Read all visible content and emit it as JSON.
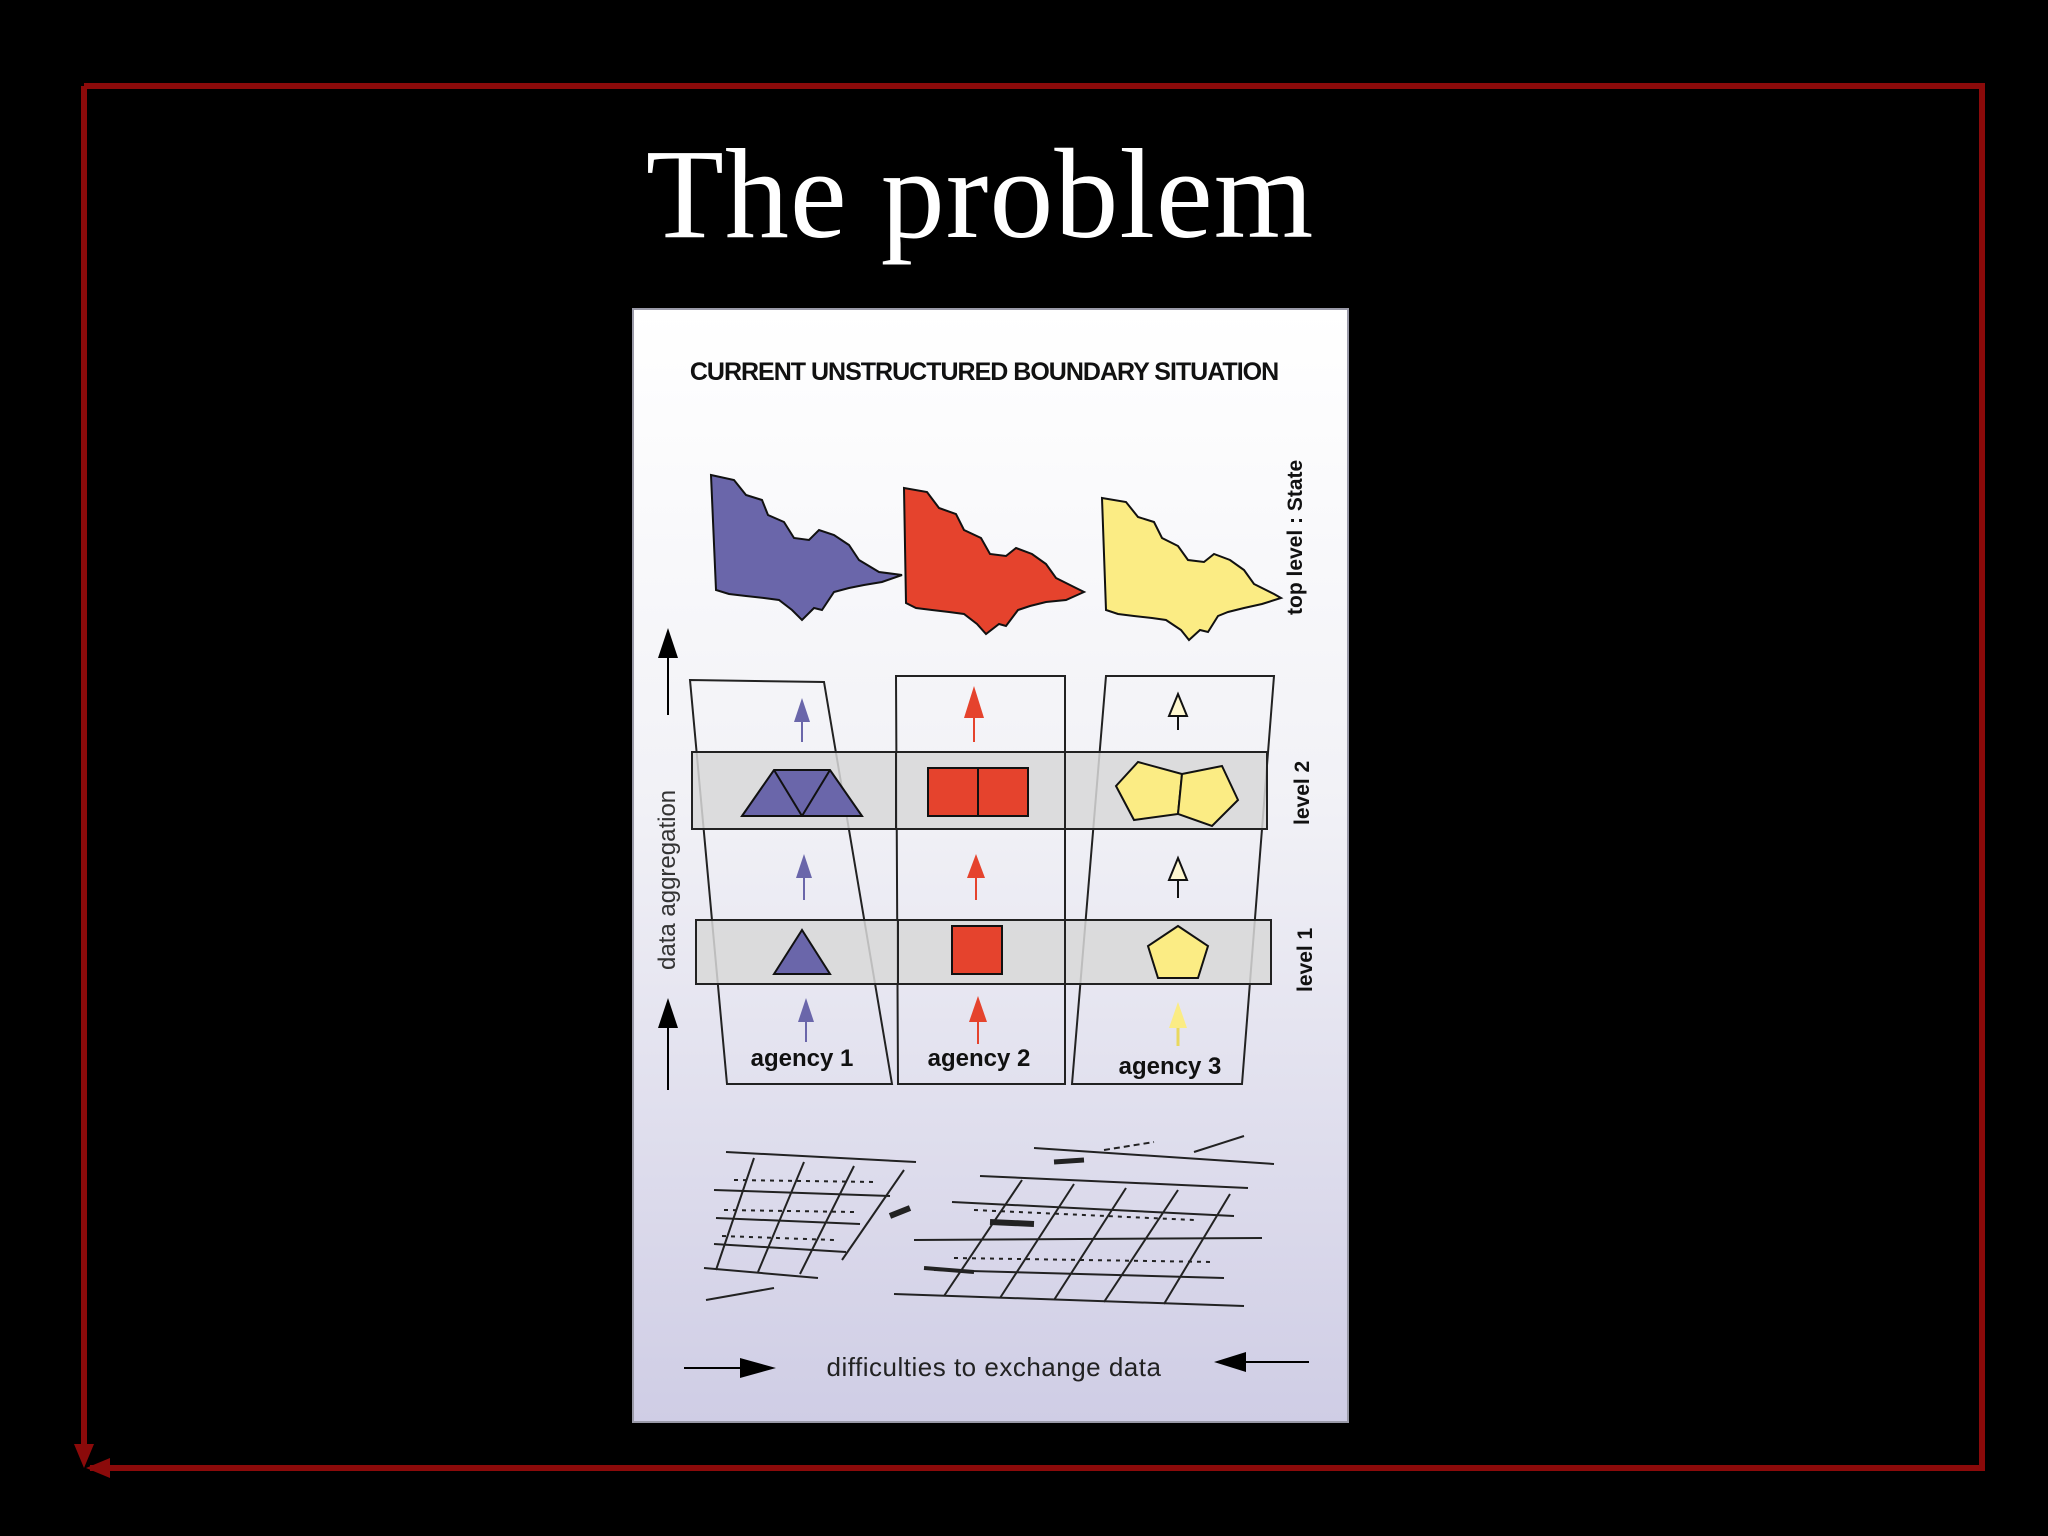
{
  "slide": {
    "title": "The problem",
    "frame_color": "#8b0a0a"
  },
  "figure": {
    "heading": "CURRENT UNSTRUCTURED BOUNDARY SITUATION",
    "side_labels": {
      "top_level": "top level : State",
      "level_2": "level 2",
      "level_1": "level 1"
    },
    "axis_label": "data aggregation",
    "agencies": [
      {
        "label": "agency 1",
        "color": "#6a66aa",
        "shape": "triangle"
      },
      {
        "label": "agency 2",
        "color": "#e5432d",
        "shape": "square"
      },
      {
        "label": "agency 3",
        "color": "#fbec84",
        "shape": "pentagon"
      }
    ],
    "bottom_caption": "difficulties to exchange data",
    "band_color": "#d8d8d8"
  }
}
